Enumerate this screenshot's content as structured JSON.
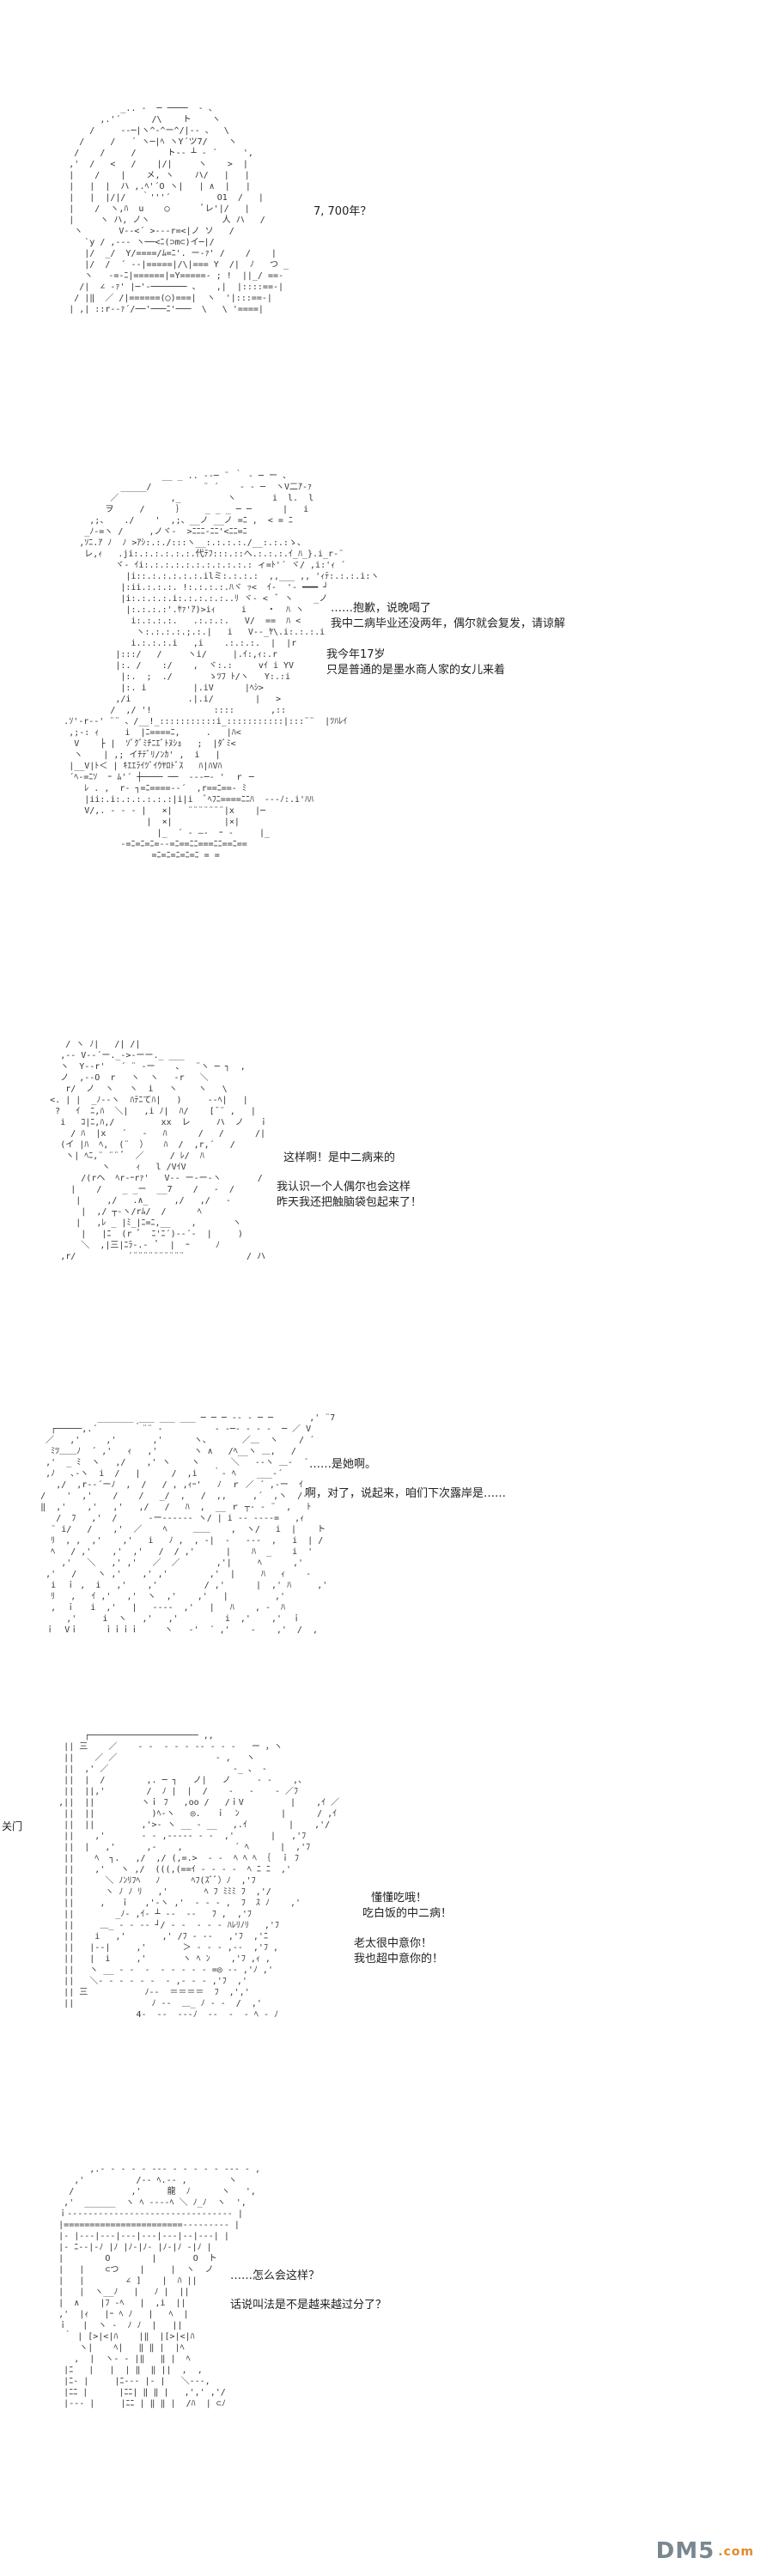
{
  "panels": [
    {
      "id": "panel-1",
      "lines": [
        "7, 700年？"
      ],
      "art": [
        "                    _.. -  ─ ────  - 、",
        "                ,.'´      /\\    ト    ヽ",
        "              /     --─|ヽ^-^ー^/|-- 、  \\",
        "            /     /   ´ ヽ─|ﾍ ヽY´ツ7/    ヽ",
        "           /    /     /      ト-‐ ┴ ‐ ´     ',",
        "          ,'  /   <   /    |/|     ヽ    >  |",
        "          |    /    |    メ, ヽ    ハ/   |   |",
        "          |   |  |  ハ ,.ﾍ'´O ヽ|   | ∧  |   |",
        "          |   |  |/|/   ｀'''´         O1  /   |",
        "          |    /  ヽ,ﾊ  u    ◯      ﾞレ'|/   |",
        "          |     ヽ ハ, ノヽ              人 ハ   /",
        "           ヽ       V--<´ >---r=<|ノ ソ   /",
        "             `y / ,--- ヽ──<ﾆ(⊃m⊂)イ─|/",
        "             |/  _/  Y/====/ﾑ=ﾆ'. ー-ｧ' /    /    |",
        "             |/  /  ´ -‐|=====|/\\|=== Y  /|  ﾉ   つ _",
        "             ヽ   -=‐ﾆ|======|=Y=====‐ ; !  ||_/ ==‐",
        "            /|  ∠ -ｧ' |─'-─────── 、   ,|  |::::==‐|",
        "           / |‖  ／ /|======(◯)===|  ヽ  '|:::==‐|",
        "          | ,| ::r‐‐ｧ´/──'───ﾆ'───  \\   \\ '====|"
      ]
    },
    {
      "id": "panel-2",
      "lines": [
        "……抱歉，说晚喝了",
        "我中二病毕业还没两年，偶尔就会复发，请谅解",
        "我今年17岁",
        "只是普通的是墨水商人家的女儿来着"
      ],
      "art": [
        "                            __ _ .. -‐─ ¨ ｀ - ─ ー 、",
        "                    _____/          ¨ ´    ‐ - ─  ヽV二ｱ-ｧ",
        "                  ／          ,_         ヽ       i  l.  l",
        "                 ヲ     /      ｝    _ _ _ ─ ─      |   i",
        "              ,;、   ./    '  ,;、__ノ __ノ =ﾆ ,  < = ﾆ",
        "             _ﾉ‐=ヽ /     ,ノヾ‐  >ﾆﾆﾆ-ﾆﾆ'<ﾆﾆ=ﾆ",
        "            ,ｿﾆ.ｱ ﾉ  ﾉ >ｱｼ:.:./:::ヽ__:.:.:.:./__:.:.:ゝ、",
        "             レ,ｨ   .ji:.:.:.:.:.:.代ﾃﾌ:::.::へ.:.:.:.ｲ_ﾊ_}.i_r‐¨",
        "                   ヾ- ｲi:.:.:.:.:.:.:.:.:.:.: ィ=ﾄ'´ ヾ/ ,i:'ｨ ´",
        "                     |i::.:.:.:.:.:.ilミ:.:.:.:  ,,___ ,, 'ｨﾃ:.:.:.i:ヽ",
        "                    |:ii.:.:.:. !:.:.:.:.ﾊヾ ｯ<  ｲ‐  '‐ ━━━ ┘",
        "                    |i:.:.:.:.i:.:.:.:.:..ﾘ ヾ‐ <  ﾞ ヽ    _ノ",
        "                     |:.:.:.:'.ﾔｧ'ｱ)>iｨ     i    ・  ﾊ ヽ",
        "                      i:.:.:.:.   .:.:.:.   V/  ==  ﾊ <",
        "                       ヽ:.:.:.:.;.:.|   i   V--_ﾔ\\.i:.:.:.i",
        "                      i.:.:.:.i   ,i    .:.:.:.  |  |r",
        "                   |:::/   /     ヽi/     |.ｲ:,ｨ:.r",
        "                   |:. /    :/    ,  ヾ:.:     vｲ i YV",
        "                    |:.  ;  ./       ゝﾂﾌ ﾄ/ヽ   Y:.:i",
        "                    |:. i         |.iV      |ﾍｼ>",
        "                   ,/i           .|.i/        |   >",
        "                  /  ,/ '!            ::::       ,::",
        "         .ｿ'‐r‐‐' ¨¨ 、/__!_:::::::::::i_:::::::::::|:::¨¨  |ﾂﾊﾚｲ",
        "          ,;‐: ｨ     i  |ﾆ====ﾆ,     .   |ﾊ<",
        "           V    ├ |  ｿﾞｸﾞﾐﾁﾆｴﾞﾄﾇｼｮ   ;  |ﾀﾞﾐ<",
        "           ヽ    | ,; イﾁﾃﾞﾘ/ﾝｶ' ,  i   |",
        "          |__V|ﾄ＜ | ｷｴｴﾗｲﾂﾞｲｳﾔﾛﾄﾞｽ   ﾊ|ﾊVﾊ",
        "          ´ﾍ‐=ﾆｿ  ｰ ﾑ'´ ┼──── ──  ‐‐‐─‐ '  ｒ ─",
        "             ﾚ . ,  r‐ ┐=ﾆ====‐‐´  ,r==ﾆ==‐ ﾐ",
        "             |ii:.i:.:.:.:.:.:|i|i  ﾞﾍﾌﾆ====ﾆﾆﾊ  ---ﾉ:.i'ﾊﾊ",
        "             V/,. ‐ ‐ ‐ |   ×|   ¨¨¨¨¨¨¨|x    |─",
        "                         |  ×|          |×|",
        "                           |_  ´ ‐ ―‐  ｰ ‐     |_",
        "                    ‐=ﾆ=ﾆ=ﾆ=-‐=ﾆ==ﾆﾆ===ﾆﾆ==ﾆ==",
        "                          =ﾆ=ﾆ=ﾆ=ﾆ=ﾆ = ="
      ]
    },
    {
      "id": "panel-3",
      "lines": [
        "这样啊！是中二病来的",
        "我认识一个人偶尔也会这样",
        "昨天我还把触脑袋包起来了！"
      ],
      "art": [
        "           / ヽ ﾉ|   /| /|",
        "          ,‐‐ V-‐´ー._‐>‐ーー._ ___",
        "          ヽ  Y‐‐r'   ´ ¨ ‐ー    ､   ¨ヽ ─ ┐  ,",
        "          ノ  ,-‐O  r   ヽ  ヽ   ‐r   ＼",
        "           r/  ノ  ヽ   ヽ  i   ヽ    ヽ   \\",
        "        <. | |  _ﾉ-‐ヽ  ﾊﾃﾆてﾊ|   )     ‐-ﾍ|   |",
        "         ?   ｲ  ﾆ,ﾊ  ＼|   ,i ﾉ|  ﾊ/    [¯¨ ,   |",
        "          i   ｺ|ﾆ,ﾊ,/         xx  レ     ハ  ノ   ｉ",
        "            / ﾊ  |x   ´   ‐   ﾊ      /   /      /|",
        "          (イ |ﾊ  ﾍ,  (¨  ）   ﾊ  /  ,r,´   /",
        "           ヽ| ﾍﾆ,¨ ¨¨ ﾞ  ／     / ﾚ/  ﾊ",
        "                  ヽ     ｨ   l /VｲV",
        "              /(rヘ  ﾍr‐ｰrｧ'   V‐‐ ー‐ー‐ヽ       /",
        "            |    /    _ _ー  __7    /   ‐  /",
        "             |     ,/   .∧_     ,/   ,/   ‐",
        "              |  ,/ ┬‐ヽ/rﾑ/  /      ﾍ",
        "             |   ,ﾚ _ |ﾐ_|ﾆ=ﾆ,__    ,       ヽ",
        "              |   |ﾆ  (r ﾟ  ﾆ'ﾆ´)‐‐´‐  |     )",
        "              ＼  ,|三|ﾆﾗ‐.-  ﾟ  |  ｰ     ﾉ",
        "          ,r/          ´¨¨¨¨¨¨¨¨¨¨            / ハ"
      ]
    },
    {
      "id": "panel-4",
      "lines": [
        "……是她啊。",
        "啊，对了，说起来，咱们下次露岸是……"
      ],
      "art": [
        "                  _______ ___ ___ ___ ─ ─ ─ ‐‐ ‐ ─ ─       ,' ¨7",
        "         ┌─────,.´       ｀¨¨ ‐          ‐ ‐─‐ ‐ ‐ ‐  ─ ／ V",
        "        ／   ,'     ,'       ,'      ヽ、      ／＿  ヽ    / ´",
        "         ﾐﾂ＿＿ﾉ  ´ ,'   ｨ   ,'       ヽ ∧   /ﾍ__ヽ ＿,   /",
        "        ,'  _ ﾐ  ヽ   ,/    ,' ヽ    ヽ      ＼   ‐-ヽ ＿‐  ´",
        "        ,ﾉ   ､‐ヽ  i  /   |      /  ,i   ｀‐ ﾍ    ___‐´",
        "          ,/  ,r--´ーﾉ  ,  /   / , ,ｨｰ'   ﾉ  ｒ ／ ´ ,‐ー  ｲ",
        "       /    '  ,'    /    /   _/  ,   /  ,,     ,´  ,ヽ  /‐",
        "       ‖  ,'    ,'   ,'   ,/   /   ﾊ  ,  __ ｒ ┬‐ ‐ ¨  ,   ﾄ",
        "          /  ﾌ   ,'  /      ‐ー‐‐‐‐‐‐ ヽ/ | i ‐‐ ‐‐‐‐=   ,ｨ",
        "         ¨ i/   /    ,'  ／    ﾍ     ＿＿    ,  ヽ/   i  |    ト",
        "         ﾘ  , ,  ,'    ,'   i   ﾉ ,  , ‐|  ‐   ‐‐‐  ,   i  | /",
        "         ﾍ   / ,'    ,'  ,'   /  / ,'      |    ﾊ  _    i  '",
        "           ,'   ＼   ,' ,'   ／  ／       ,'|     ﾍ      ,'",
        "        ,'   /    ヽ ,'    ,' ,'        ,'  |     ﾊ   ｨ    ‐",
        "         i  ｉ ,  i   ,'    ,'         / ,'      |  ,' ﾊ     ,'",
        "         ﾘ   ,   ｲ ,'   ,'  ヽ  ,'    ,'   |         ,'",
        "         ,  ｉ   i  ,'   |   ‐‐‐‐  ,'   |   ﾊ    , ‐  ﾊ",
        "            ,'     i  ヽ   ,'   ,'         i  ,'    ,'  ｉ",
        "        ｉ  Vｉ     ｉｉｉｉ     ヽ   ‐'  ´ ,'    ‐    ,'  /  ,"
      ]
    },
    {
      "id": "panel-5",
      "lines": [
        "懂懂吃哦！",
        "吃白饭的中二病！",
        "老太很中意你！",
        "我也超中意你的！"
      ],
      "side_text": "关门",
      "art": [
        "             ┌───────────────────── ,,",
        "         || 三    ／    ‐ ‐  ‐ ‐ ‐ ‐‐ ‐ ‐ ‐   ー ，ヽ",
        "         ||    ／ ／                   ‐ ,   ヽ",
        "         ||  ,' ／                        ‐_ 、 ‐",
        "         ||  |  /        ,. ─ ┐   ノ|   ノ     ‐ ‐    ,、",
        "         ||  ||,'        /  ﾉ |  |  /    ‐   ‐    ‐ ／ﾌ",
        "        ,||  ||         ヽｉ ﾌ   ,oo /   /ｉV         |    ,ｲ ／",
        "         ||  ||           )ﾍ‐ヽ   ◎.   ｉ  ﾝ        |      / ,ｲ",
        "         ||  ||         ,'>‐ ヽ __ ‐ __   ,.ｲ        |    ,'/",
        "         ||    ,'       ‐ ‐ ,‐‐‐‐‐ ‐ ‐  ,'       |   ,'ﾌ",
        "         ||  |   ,'      ,‐    ,          ´ ﾍ      |  ,'ﾌ",
        "         ||    ﾍ  ┐.   ,/  ,/ (,=.>  ‐ ‐  ﾍ ﾍ ﾍ ｛  ｉ ﾌ",
        "         ||    ,'   ヽ ,/  (((,(==ｲ ‐ ‐ ‐ ‐  ﾍ ﾆ ﾆ  ,'",
        "         ||      ＼ ﾉﾝﾘﾌﾍ   ﾉ      ﾍﾌ(ｽﾞﾞ）ﾉ  ,'ﾌ",
        "         ||      ヽ ﾉ ﾉ ﾘ   ,'       ﾍ ﾌ ﾐﾐﾐ ﾌ  ,'/",
        "         ||     ,   ｉ   ,'‐ヽ ,'  ‐ ‐ ‐ ,  ﾌ  ｽ ﾉ    ,'",
        "         ||        _ﾉ‐ ,ｲ‐ ┴ ‐‐  ‐‐   ﾌ ,  ,'ﾌ",
        "         ||     ＿_ ‐ ‐ ‐‐ ┘/ ‐ ‐  ‐ ‐ ‐ ﾊﾚﾘﾉﾘ   ,'ﾌ",
        "         ||    i   ,'       ,' /ﾌ ‐ ‐‐   ,'ﾌ  ,'ﾆ",
        "         ||   |‐‐|     ,'       ＞ ‐ ‐ ‐ ,‐‐  ,'ﾌ ,",
        "         ||   |  i     ,'       ヽ ﾍ ﾝ    ,'ﾌ ,ｨ ,",
        "         ||   ヽ __ ‐ ‐  ‐  ‐ ‐ ‐ ‐ ‐ =◎ ‐‐ ,'ﾉ ,'",
        "         ||   ＼‐ ‐ ‐ ‐ ‐ ‐  ‐ ,‐ ‐ ‐ ,'ﾌ  ,'",
        "         || 三           ﾉ‐‐  ＝＝＝＝  ﾌ  ,',' ",
        "         ||               ﾉ ‐‐  ＿_ ﾉ ‐ ‐  /  ,'",
        "                       4‐  ‐‐  ‐‐‐ﾉ  ‐‐  ‐  ‐ ﾍ ‐ ﾉ"
      ]
    },
    {
      "id": "panel-6",
      "lines": [
        "……怎么会这样？",
        "话说叫法是不是越来越过分了？"
      ],
      "art": [
        "              ,.‐ ‐ ‐ ‐ ‐ ‐‐‐ ‐ ‐ ‐ ‐ ‐ ‐‐‐ ‐ ,",
        "           ,'          /‐‐ ﾍ.‐‐ ,        ヽ",
        "          /           ,'     龍  ﾉ      ヽ   ',",
        "         ,'  ______  ヽ ﾍ ‐‐‐‐ﾍ ＼ ﾉ_ﾉ  ヽ  ',",
        "        ｉ‐‐‐‐‐‐‐‐‐‐‐‐‐‐‐‐‐‐‐‐‐‐‐‐‐‐‐‐‐‐‐‐ |",
        "        |=======================‐‐‐‐‐‐‐‐‐ |",
        "        |‐ |‐‐‐|‐‐‐|‐‐‐|‐‐‐|‐‐‐|‐‐|‐‐‐| |",
        "        |‐ ﾆ‐‐|‐ﾉ |ﾉ |ﾉ‐|ﾉ‐ |ﾉ‐|ﾉ ‐|ﾉ |",
        "        |        O        |       O  ト",
        "        |   |    ⊂つ    |     |  ヽ  ノ",
        "        |   |        ∠ ]    |  ﾊ ||",
        "        |   |  ヽ__ﾉ   |   ﾉ |  ||",
        "        |  ∧    |ﾌ ‐ﾍ   |  ,i  ||",
        "        ,'  |ｨ   |ｰ ﾍ ﾉ   |   ﾍ  |",
        "        ｉ   |  ヽ ‐  ﾉ ﾉ  |   ||",
        "         ｀ | [>|<|ﾊ    |‖  |[>|<|ﾊ",
        "            ヽ|    ﾍ|   ‖ ‖ |  |ﾍ",
        "           ,  |  ヽ‐ ‐ |‖   ‖ |  ﾍ",
        "         |ﾆ   |   |  | ‖  ‖ ||  ,  ,",
        "         |ﾆ‐ |     |ﾆ‐‐‐ |‐ |   ＼‐‐‐,",
        "         |ﾆﾆ |      |ﾆﾆ| ‖ ‖ |   ,',' ,'/",
        "         |‐‐‐ |     |ﾆﾆ | ‖ ‖ |  /ﾊ  | ⊂ﾉ"
      ]
    }
  ],
  "watermark": {
    "text": "DM5",
    "suffix": ".com"
  }
}
